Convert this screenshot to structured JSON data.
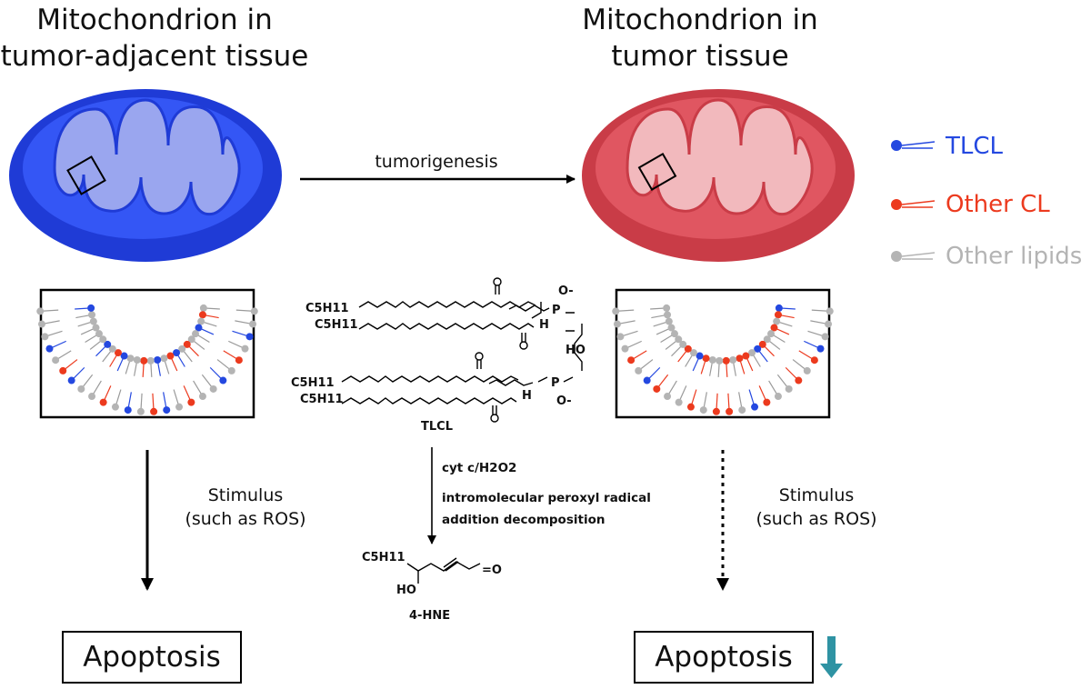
{
  "titles": {
    "left": [
      "Mitochondrion in",
      "tumor-adjacent tissue"
    ],
    "right": [
      "Mitochondrion in",
      "tumor tissue"
    ]
  },
  "transition_label": "tumorigenesis",
  "legend": [
    {
      "label": "TLCL",
      "color": "#2448e0"
    },
    {
      "label": "Other CL",
      "color": "#ec3a1e"
    },
    {
      "label": "Other lipids",
      "color": "#b4b4b4"
    }
  ],
  "colors": {
    "mito_left": "#2e4ef0",
    "mito_right": "#df4b56",
    "apoptosis_arrow": "#2f93a3"
  },
  "chem": {
    "chain_label_1": "C5H11",
    "chain_label_2": "C5H11",
    "chain_label_3": "C5H11",
    "chain_label_4": "C5H11",
    "phospho_o_minus_1": "O-",
    "phospho_o_minus_2": "O-",
    "phosphorus": "P",
    "hydrogen": "H",
    "ho": "HO",
    "compound_name": "TLCL",
    "product_chain": "C5H11",
    "product_ho": "HO",
    "product_name": "4-HNE"
  },
  "reaction": {
    "reagent": "cyt c/H2O2",
    "mechanism_line1": "intromolecular peroxyl radical",
    "mechanism_line2": "addition decomposition"
  },
  "stimulus": {
    "left": [
      "Stimulus",
      "(such as ROS)"
    ],
    "right": [
      "Stimulus",
      "(such as ROS)"
    ]
  },
  "outcomes": {
    "left": "Apoptosis",
    "right": "Apoptosis"
  }
}
